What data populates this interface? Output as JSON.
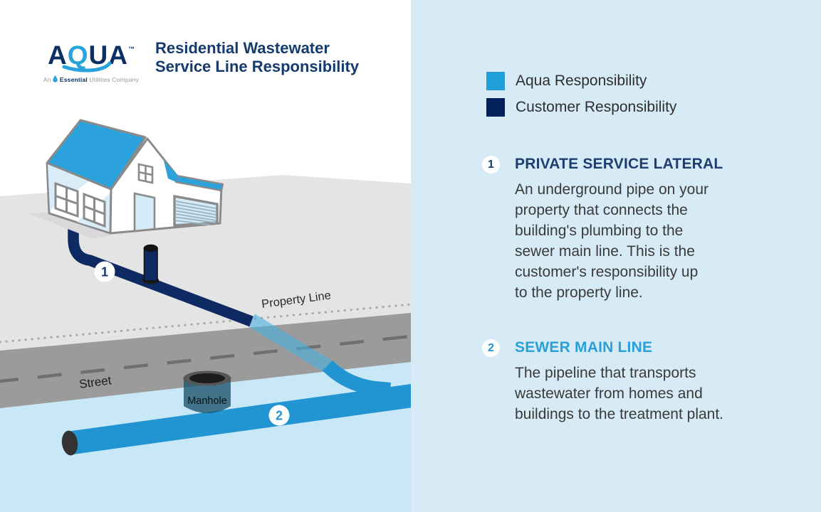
{
  "brand": {
    "logo_text_a1": "A",
    "logo_text_q": "Q",
    "logo_text_ua": "UA",
    "logo_tm": "™",
    "tagline_an": "An",
    "tagline_essential": "Essential",
    "tagline_rest": "Utilities Company"
  },
  "header": {
    "title_line1": "Residential Wastewater",
    "title_line2": "Service Line Responsibility"
  },
  "legend": {
    "items": [
      {
        "label": "Aqua Responsibility",
        "color": "#229fd8"
      },
      {
        "label": "Customer Responsibility",
        "color": "#02215c"
      }
    ]
  },
  "sections": [
    {
      "number": "1",
      "number_color": "#1e3d71",
      "heading": "PRIVATE SERVICE LATERAL",
      "heading_color": "#1e3d71",
      "lines": [
        "An underground pipe on your",
        "property that connects the",
        "building's plumbing to the",
        "sewer main line. This is the",
        "customer's responsibility up",
        "to the property line."
      ]
    },
    {
      "number": "2",
      "number_color": "#2095d2",
      "heading": "SEWER MAIN LINE",
      "heading_color": "#2aa0d8",
      "lines": [
        "The pipeline that transports",
        "wastewater from homes and",
        "buildings to the treatment plant."
      ]
    }
  ],
  "diagram": {
    "labels": {
      "property_line": "Property Line",
      "street": "Street",
      "manhole": "Manhole"
    },
    "markers": [
      {
        "number": "1",
        "color": "#16356d"
      },
      {
        "number": "2",
        "color": "#2095d2"
      }
    ],
    "colors": {
      "aqua": "#229fd8",
      "navy": "#02215c",
      "roof_blue": "#2ba2dc",
      "pipe_blue": "#2095d2",
      "pipe_navy": "#0e2a63",
      "yard_gray": "#e4e4e5",
      "street_gray": "#9b9b9b",
      "underground_blue": "#c8e7f7",
      "panel_blue": "#d7ebf6"
    }
  }
}
